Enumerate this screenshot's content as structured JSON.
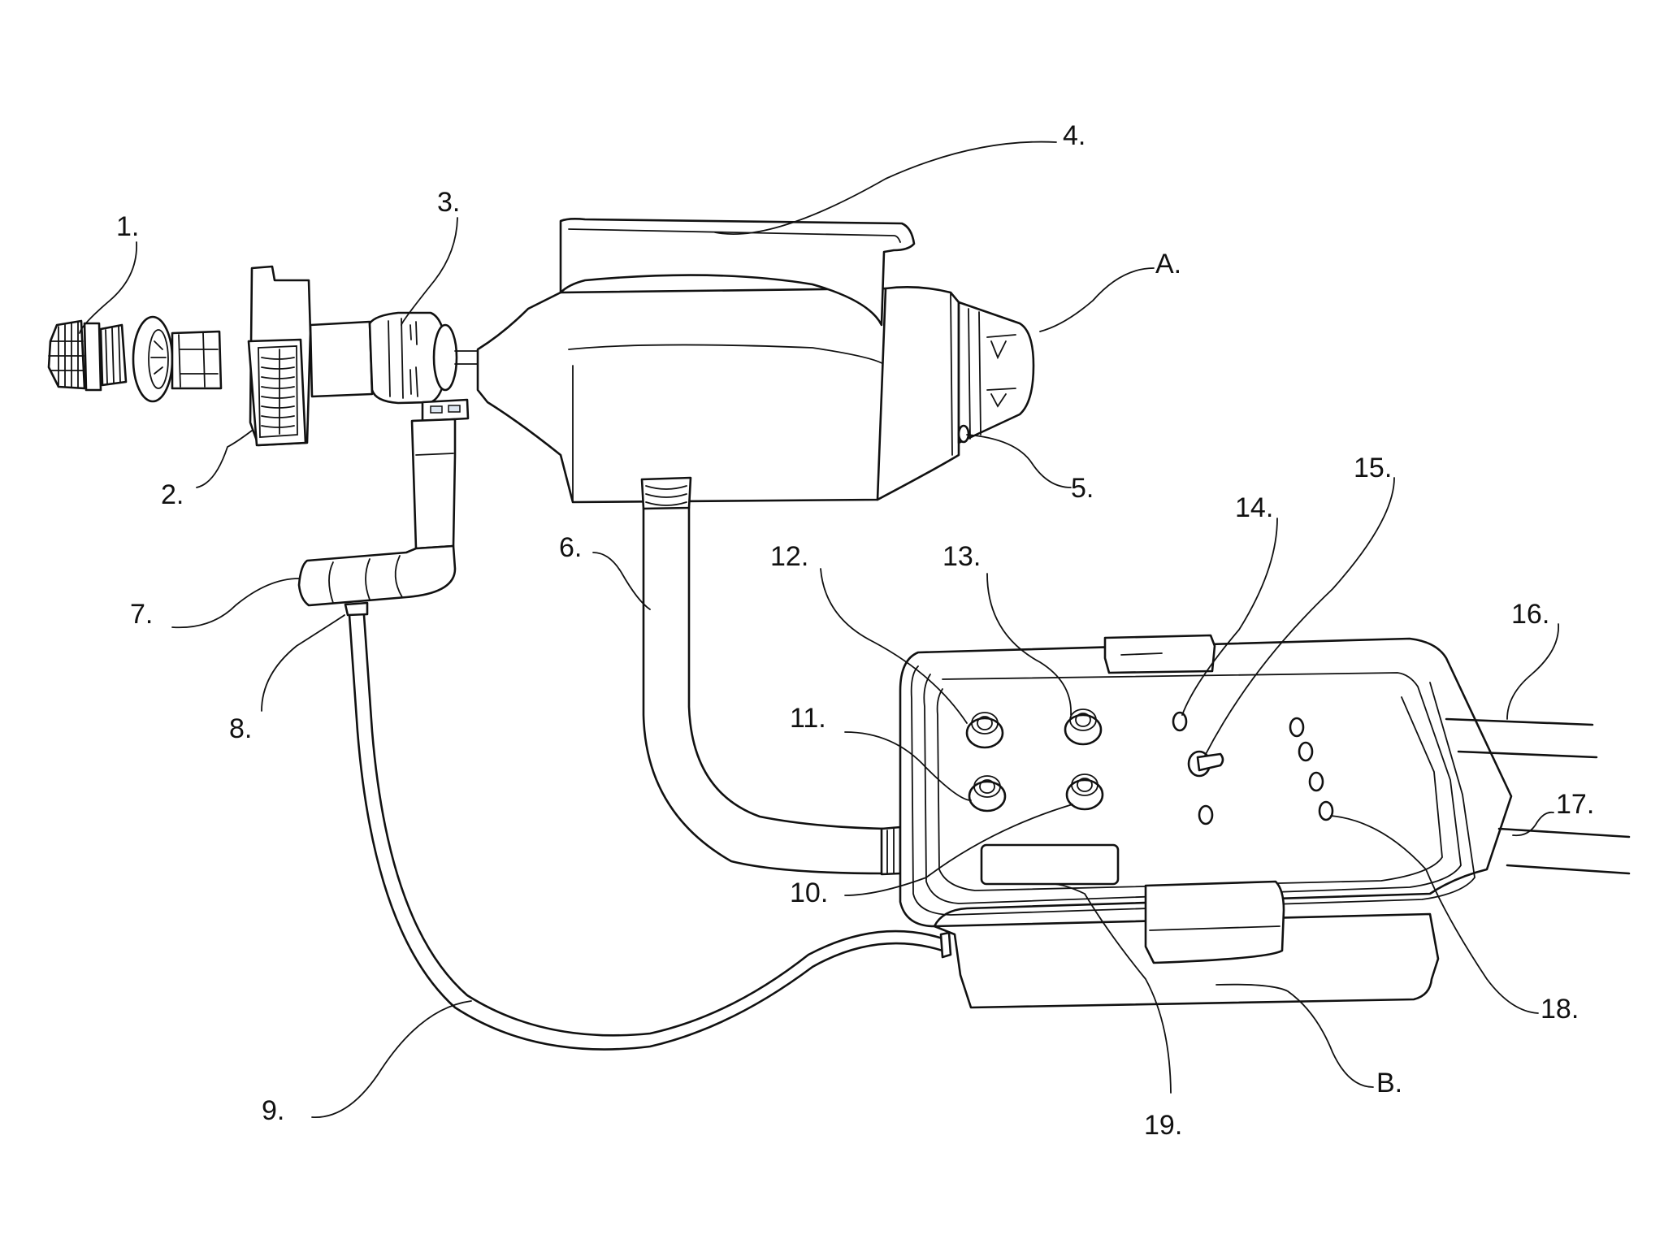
{
  "figure": {
    "description": "Patent-style line drawing of a resuscitation bag assembly (A) connected to a control/monitor unit (B)",
    "assemblies": [
      {
        "id": "A",
        "label": "A."
      },
      {
        "id": "B",
        "label": "B."
      }
    ],
    "callouts": [
      {
        "id": "1",
        "label": "1."
      },
      {
        "id": "2",
        "label": "2."
      },
      {
        "id": "3",
        "label": "3."
      },
      {
        "id": "4",
        "label": "4."
      },
      {
        "id": "5",
        "label": "5."
      },
      {
        "id": "6",
        "label": "6."
      },
      {
        "id": "7",
        "label": "7."
      },
      {
        "id": "8",
        "label": "8."
      },
      {
        "id": "9",
        "label": "9."
      },
      {
        "id": "10",
        "label": "10."
      },
      {
        "id": "11",
        "label": "11."
      },
      {
        "id": "12",
        "label": "12."
      },
      {
        "id": "13",
        "label": "13."
      },
      {
        "id": "14",
        "label": "14."
      },
      {
        "id": "15",
        "label": "15."
      },
      {
        "id": "16",
        "label": "16."
      },
      {
        "id": "17",
        "label": "17."
      },
      {
        "id": "18",
        "label": "18."
      },
      {
        "id": "19",
        "label": "19."
      }
    ],
    "colors": {
      "line": "#111111",
      "background": "#ffffff",
      "accent_fill": "#dde6f0"
    }
  }
}
